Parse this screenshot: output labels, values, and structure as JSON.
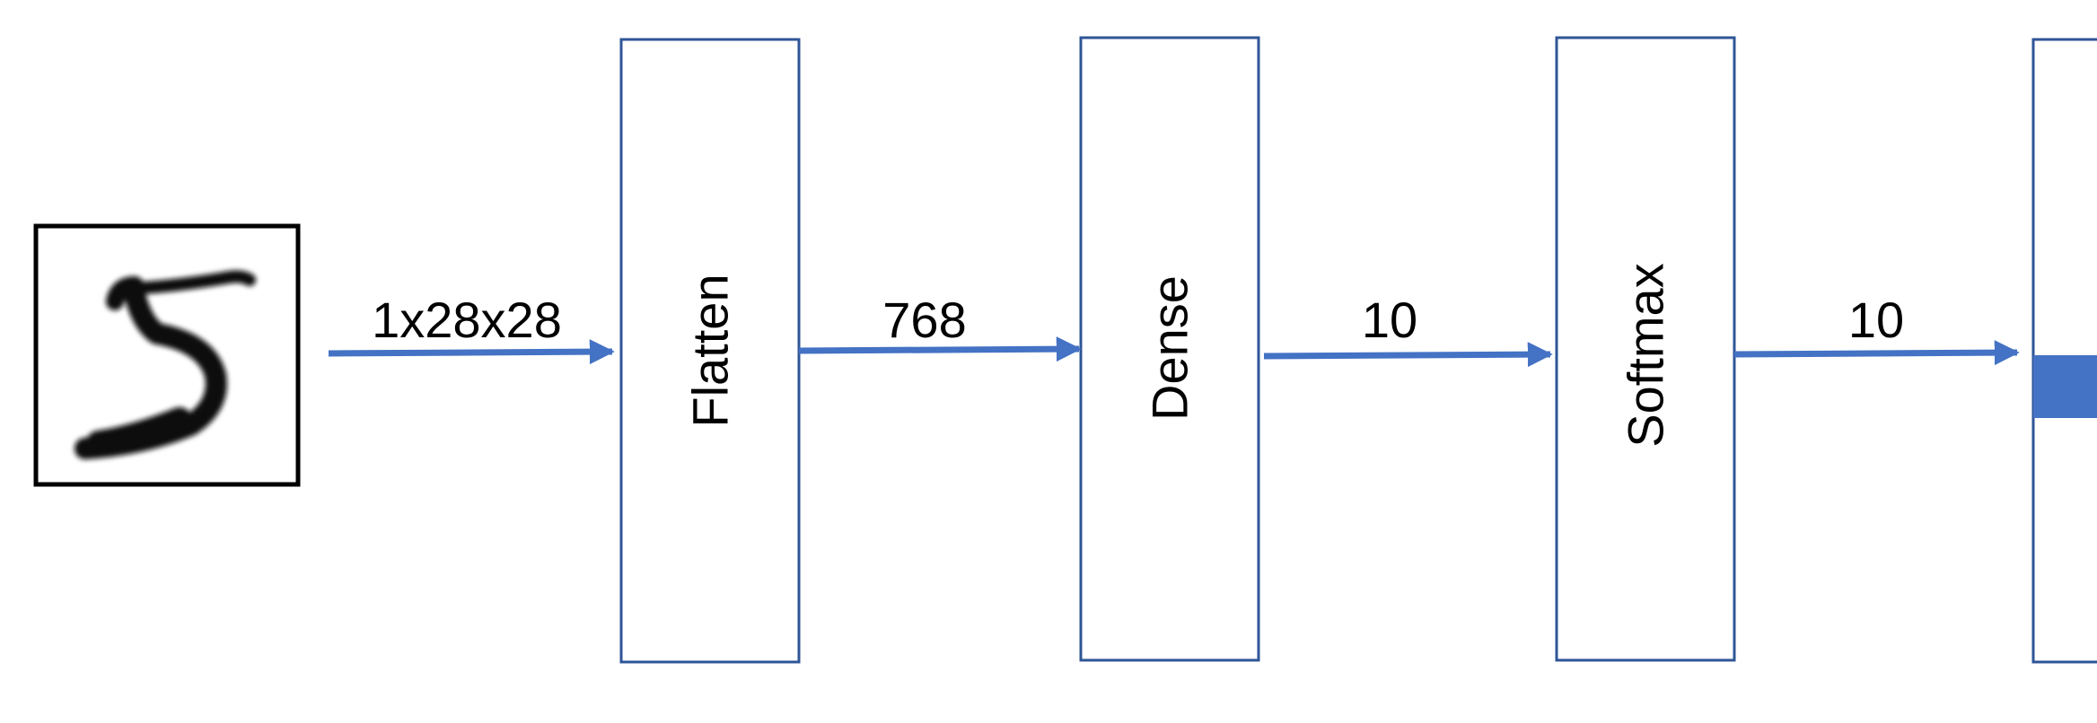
{
  "input_image": {
    "icon": "handwritten-digit-5-icon",
    "digit": "5"
  },
  "layers": [
    {
      "name": "Flatten"
    },
    {
      "name": "Dense"
    },
    {
      "name": "Softmax"
    }
  ],
  "edges": [
    {
      "label": "1x28x28"
    },
    {
      "label": "768"
    },
    {
      "label": "10"
    },
    {
      "label": "10"
    }
  ],
  "output": {
    "type": "vector"
  },
  "colors": {
    "arrow": "#4472C4",
    "box_stroke": "#2F5597",
    "output_fill": "#4472C4",
    "image_border": "#000000",
    "text": "#000000"
  }
}
